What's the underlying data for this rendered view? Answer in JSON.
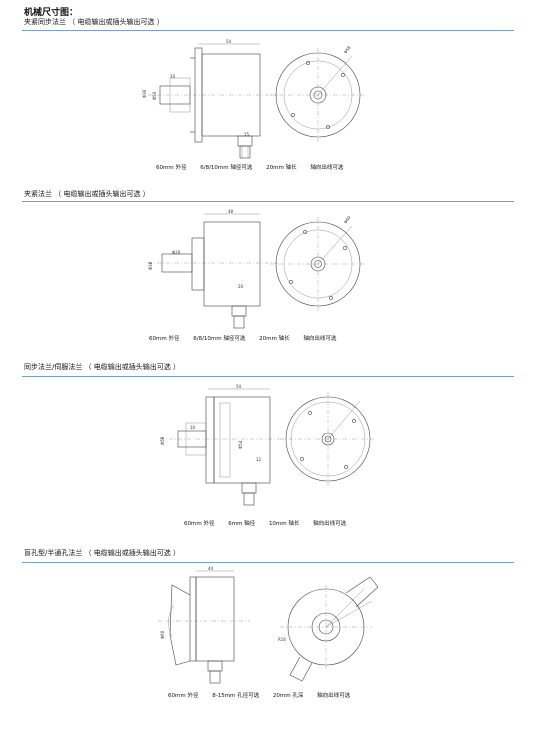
{
  "page_title": "机械尺寸图：",
  "sections": [
    {
      "heading": "夹紧同步法兰   （ 电缆输出或插头输出可选 ）",
      "captions": [
        "60mm 外径",
        "6/8/10mm 轴径可选",
        "20mm 轴长",
        "轴向出线可选"
      ],
      "dims": [
        "54",
        "Φ58",
        "Φ50",
        "Φ36",
        "15",
        "10"
      ]
    },
    {
      "heading": "夹紧法兰   （ 电缆输出或插头输出可选 ）",
      "captions": [
        "60mm 外径",
        "6/8/10mm 轴径可选",
        "20mm 轴长",
        "轴向出线可选"
      ],
      "dims": [
        "48",
        "Φ60",
        "Φ20",
        "Φ36",
        "20"
      ]
    },
    {
      "heading": "同步法兰/伺服法兰   （ 电缆输出或插头输出可选 ）",
      "captions": [
        "60mm 外径",
        "6mm 轴径",
        "10mm 轴长",
        "轴向出线可选"
      ],
      "dims": [
        "54",
        "10",
        "Φ58",
        "Φ54",
        "12"
      ]
    },
    {
      "heading": "盲孔型/半通孔法兰   （ 电缆输出或插头输出可选 ）",
      "captions": [
        "60mm 外径",
        "8-15mm 孔径可选",
        "20mm 孔深",
        "轴向出线可选"
      ],
      "dims": [
        "44",
        "Φ60",
        "R16"
      ]
    }
  ]
}
